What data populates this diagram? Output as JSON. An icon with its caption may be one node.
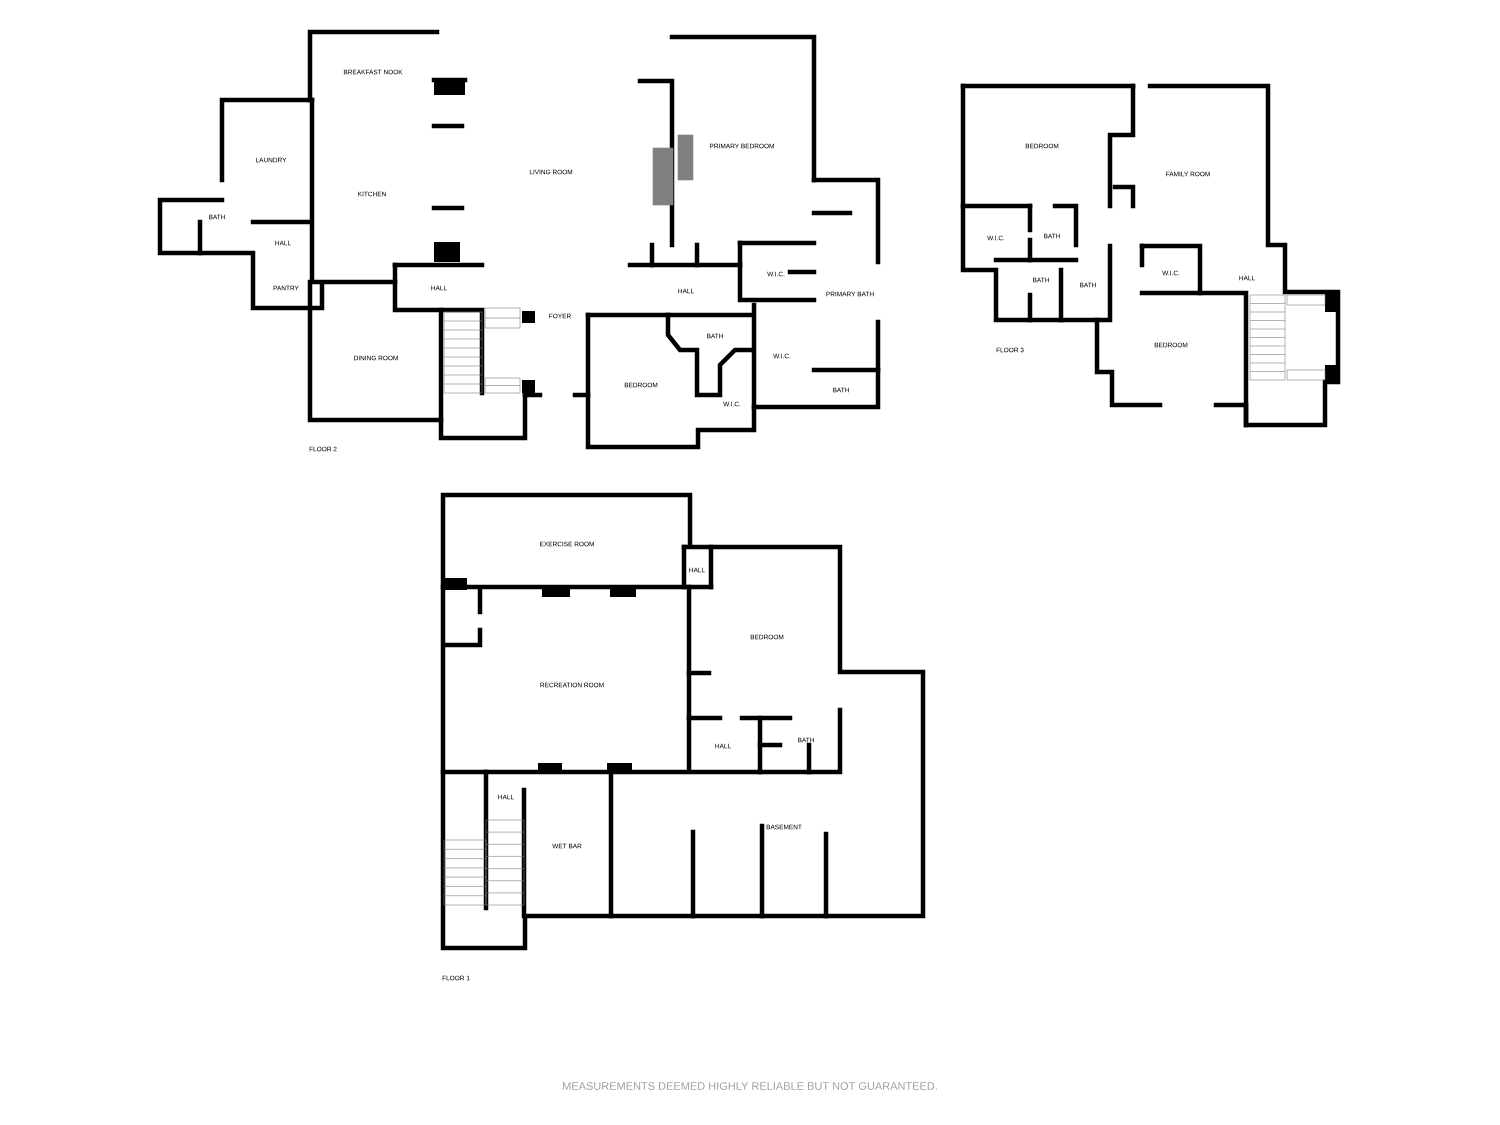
{
  "diagram": {
    "labels": [
      "BREAKFAST NOOK",
      "LAUNDRY",
      "KITCHEN",
      "LIVING ROOM",
      "PRIMARY BEDROOM",
      "BATH",
      "HALL",
      "PANTRY",
      "HALL",
      "FOYER",
      "HALL",
      "W.I.C.",
      "PRIMARY BATH",
      "BATH",
      "DINING ROOM",
      "W.I.C.",
      "BEDROOM",
      "BATH",
      "W.I.C.",
      "FLOOR 2",
      "BEDROOM",
      "FAMILY ROOM",
      "W.I.C.",
      "BATH",
      "BATH",
      "BATH",
      "W.I.C.",
      "HALL",
      "FLOOR 3",
      "BEDROOM",
      "EXERCISE ROOM",
      "HALL",
      "BEDROOM",
      "RECREATION ROOM",
      "HALL",
      "BATH",
      "HALL",
      "BASEMENT",
      "WET BAR",
      "FLOOR 1",
      "MEASUREMENTS DEEMED HIGHLY RELIABLE BUT NOT GUARANTEED."
    ]
  }
}
